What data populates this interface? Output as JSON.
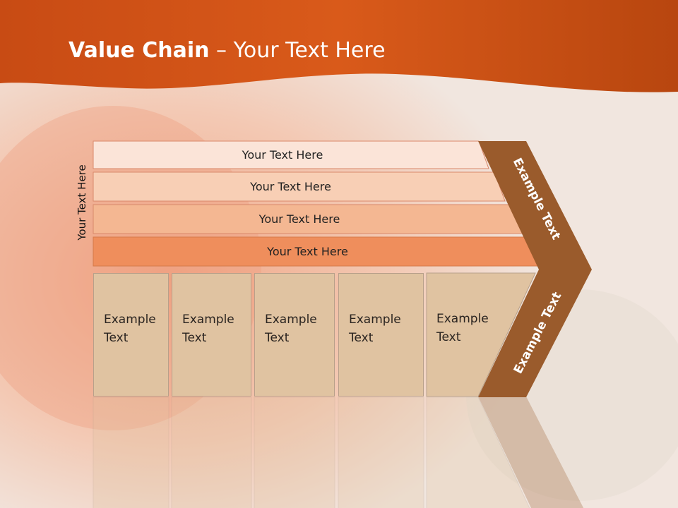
{
  "slide": {
    "title_bold": "Value Chain",
    "title_rest": " – Your Text Here",
    "side_label": "Your Text Here",
    "rows": [
      {
        "label": "Your Text Here",
        "color": "#fbe4d8"
      },
      {
        "label": "Your Text Here",
        "color": "#f8cfb5"
      },
      {
        "label": "Your Text Here",
        "color": "#f4b792"
      },
      {
        "label": "Your Text Here",
        "color": "#ef8e5c"
      }
    ],
    "boxes": [
      {
        "line1": "Example",
        "line2": "Text"
      },
      {
        "line1": "Example",
        "line2": "Text"
      },
      {
        "line1": "Example",
        "line2": "Text"
      },
      {
        "line1": "Example",
        "line2": "Text"
      },
      {
        "line1": "Example",
        "line2": "Text"
      }
    ],
    "chevron_top": "Example Text",
    "chevron_bottom": "Example Text"
  },
  "colors": {
    "header": "#e0621d",
    "chevron": "#9a5b2c",
    "box": "#e0c3a1"
  }
}
